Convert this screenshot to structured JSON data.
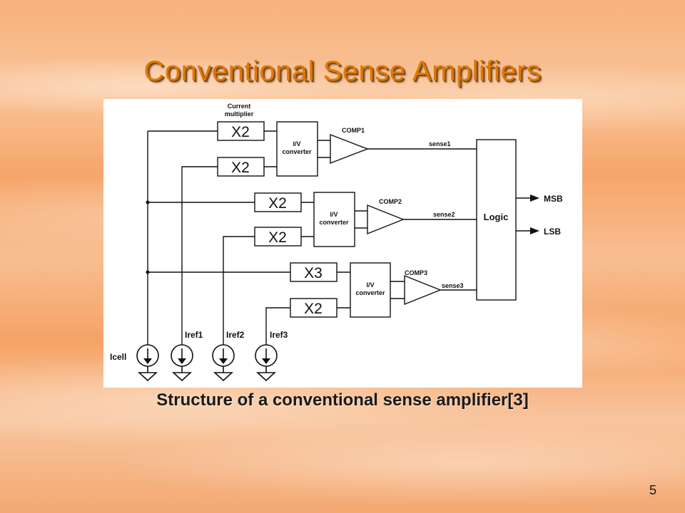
{
  "slide": {
    "title": "Conventional Sense Amplifiers",
    "caption": "Structure of a conventional sense amplifier[3]",
    "page_number": "5"
  },
  "diagram": {
    "multiplier_header": [
      "Current",
      "multiplier"
    ],
    "multipliers": [
      "X2",
      "X2",
      "X2",
      "X2",
      "X3",
      "X2"
    ],
    "converter_label": [
      "I/V",
      "converter"
    ],
    "comparators": [
      "COMP1",
      "COMP2",
      "COMP3"
    ],
    "sense_signals": [
      "sense1",
      "sense2",
      "sense3"
    ],
    "logic_label": "Logic",
    "outputs": [
      "MSB",
      "LSB"
    ],
    "sources": [
      "Icell",
      "Iref1",
      "Iref2",
      "Iref3"
    ]
  }
}
